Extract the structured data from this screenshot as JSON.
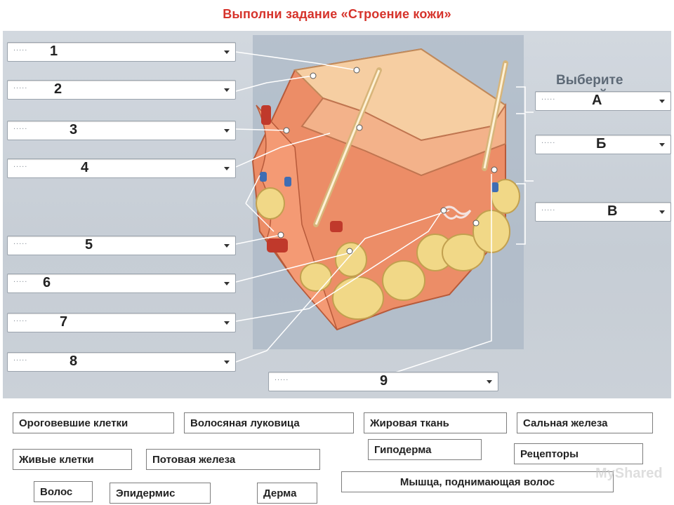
{
  "title": "Выполни задание «Строение кожи»",
  "prompt": "Выберите верный ответ.",
  "dropdown_placeholder": ".....",
  "left_dropdowns": [
    "1",
    "2",
    "3",
    "4",
    "5",
    "6",
    "7",
    "8"
  ],
  "bottom_dropdown": "9",
  "right_dropdowns": [
    "А",
    "Б",
    "В"
  ],
  "chips": [
    "Ороговевшие клетки",
    "Волосяная луковица",
    "Жировая ткань",
    "Сальная железа",
    "Живые клетки",
    "Потовая железа",
    "Гиподерма",
    "Рецепторы",
    "Волос",
    "Эпидермис",
    "Дерма",
    "Мышца, поднимающая волос"
  ],
  "watermark": "MyShared",
  "colors": {
    "title": "#d6332b",
    "panel": "#c9d0d8",
    "epidermis": "#f4c79a",
    "dermis": "#f08c6c",
    "fat": "#f2dc92"
  }
}
